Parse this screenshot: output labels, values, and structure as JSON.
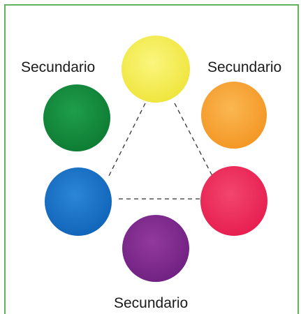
{
  "labels": {
    "top_left": "Secundario",
    "top_right": "Secundario",
    "bottom": "Secundario"
  },
  "circles": [
    {
      "name": "yellow",
      "color": "#f6f05a"
    },
    {
      "name": "orange",
      "color": "#f7a634"
    },
    {
      "name": "red",
      "color": "#ee2b5c"
    },
    {
      "name": "purple",
      "color": "#7f2a8e"
    },
    {
      "name": "blue",
      "color": "#1574cc"
    },
    {
      "name": "green",
      "color": "#16913f"
    }
  ],
  "frame_color": "#5fb35c"
}
